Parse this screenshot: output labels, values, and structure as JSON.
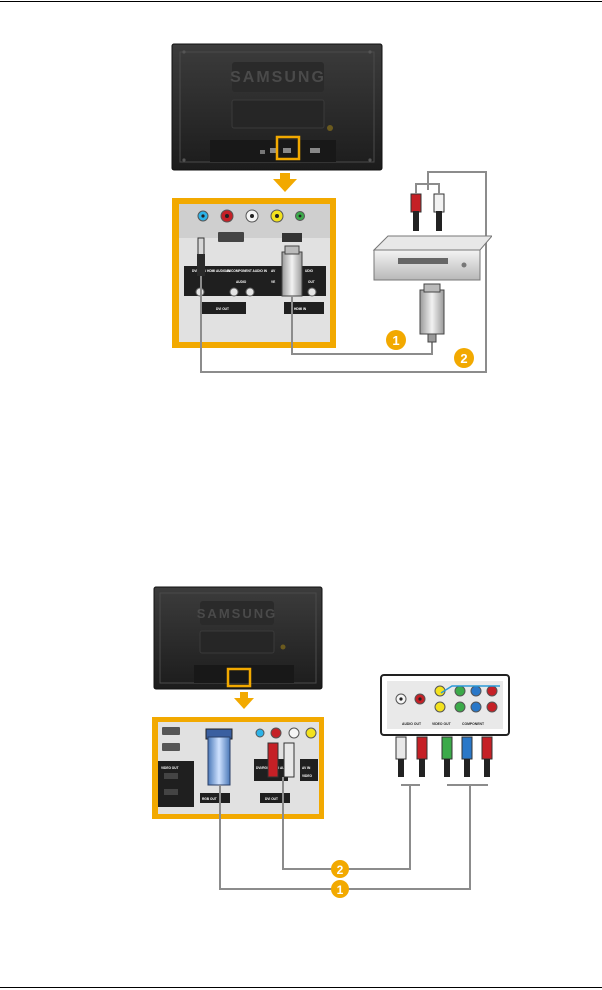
{
  "brand": "SAMSUNG",
  "figure1": {
    "top_labels": [
      "DVI/RGB/HDMI AUDIO IN",
      "AV/COMPONENT AUDIO IN",
      "AV/COMPONENT VIDEO OUT",
      "AUDIO OUT"
    ],
    "port_labels": {
      "dvi_audio": "DVI/RGB/ HDMI AUDIO IN",
      "av_audio": "AV/COMPONENT AUDIO IN",
      "audio_lr": "AUDIO",
      "av_partial": "AV",
      "audio_partial": "UDIO",
      "ve_partial": "VE",
      "out_partial": "OUT",
      "dvi_out": "DVI OUT",
      "hdmi_in": "HDMI IN"
    },
    "badges": [
      "1",
      "2"
    ]
  },
  "figure2": {
    "port_labels": {
      "video_out": "VIDEO OUT",
      "dvi_rgb_hdmi": "DVI/RGB/ HDMI AUDIO IN",
      "dvi_out": "DVI OUT",
      "rgb_out": "RGB OUT",
      "av_in": "AV IN",
      "video": "VIDEO"
    },
    "device_labels": {
      "audio_out": "AUDIO OUT",
      "video_out": "VIDEO OUT",
      "component": "COMPONENT"
    },
    "badges": [
      "2",
      "1"
    ]
  }
}
